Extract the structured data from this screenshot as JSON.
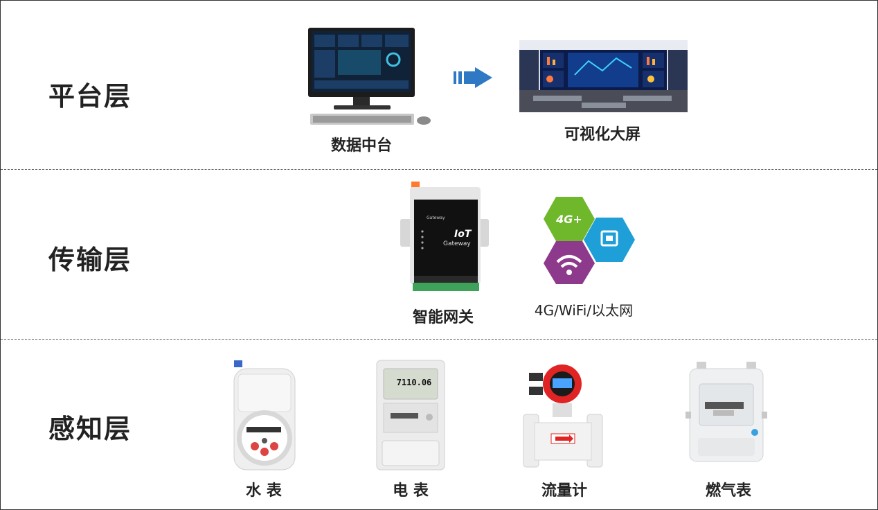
{
  "layers": [
    {
      "label": "平台层"
    },
    {
      "label": "传输层"
    },
    {
      "label": "感知层"
    }
  ],
  "platform": {
    "items": [
      {
        "label": "数据中台"
      },
      {
        "label": "可视化大屏"
      }
    ]
  },
  "transport": {
    "items": [
      {
        "label": "智能网关"
      },
      {
        "label": "4G/WiFi/以太网"
      }
    ],
    "gateway_brand": "Gateway",
    "gateway_title": "IoT",
    "gateway_subtitle": "Gateway",
    "hex_4g": "4G+"
  },
  "sensing": {
    "items": [
      {
        "label": "水 表"
      },
      {
        "label": "电 表"
      },
      {
        "label": "流量计"
      },
      {
        "label": "燃气表"
      }
    ],
    "meter_reading": "7110.06"
  },
  "colors": {
    "arrow": "#2f78c4",
    "hex_green": "#6fb72b",
    "hex_blue": "#1e9fd8",
    "hex_purple": "#8e3a8c",
    "flow_red": "#e02424"
  }
}
